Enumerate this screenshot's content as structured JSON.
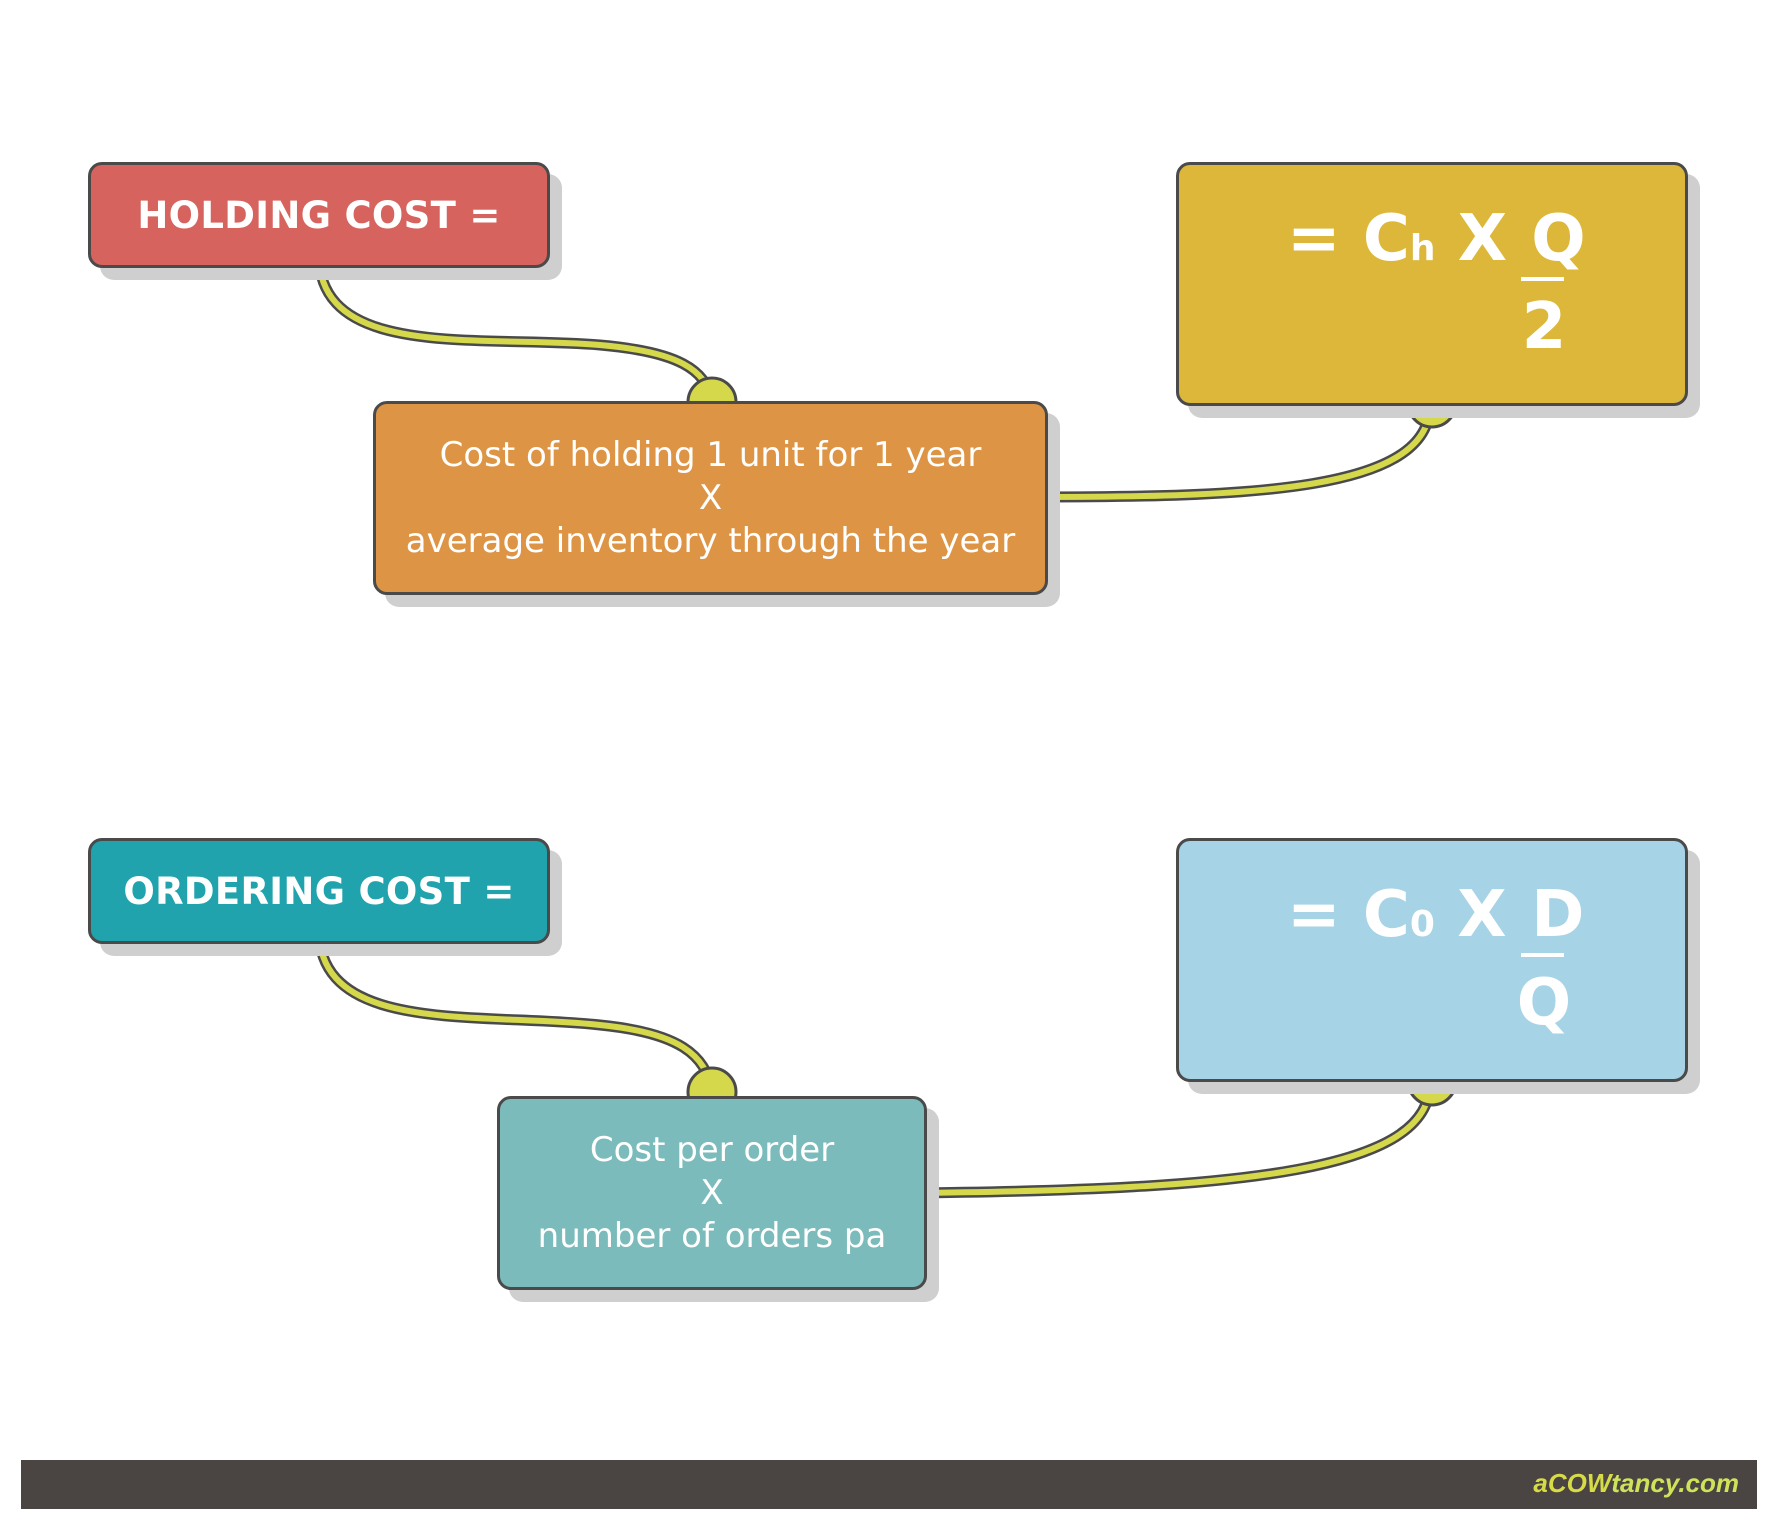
{
  "holding": {
    "label": "HOLDING COST =",
    "description": [
      "Cost of holding 1 unit for 1 year",
      "X",
      "average inventory through the year"
    ],
    "formula": {
      "prefix": "= C",
      "subscript": "h",
      "operator": " X ",
      "numerator": "Q",
      "denominator": "2"
    }
  },
  "ordering": {
    "label": "ORDERING COST =",
    "description": [
      "Cost per order",
      "X",
      "number of orders pa"
    ],
    "formula": {
      "prefix": "= C",
      "subscript": "0",
      "operator": " X ",
      "numerator": "D",
      "denominator": "Q"
    }
  },
  "footer": {
    "brand_a": "a",
    "brand_b": "COW",
    "brand_c": "tancy.com"
  },
  "colors": {
    "holding_label": "#d6635e",
    "holding_desc": "#dd9545",
    "holding_formula": "#dcb73a",
    "ordering_label": "#21a3ad",
    "ordering_desc": "#7bbbbb",
    "ordering_formula": "#a6d3e5",
    "connector": "#d4d84a",
    "footer": "#4a4543"
  }
}
